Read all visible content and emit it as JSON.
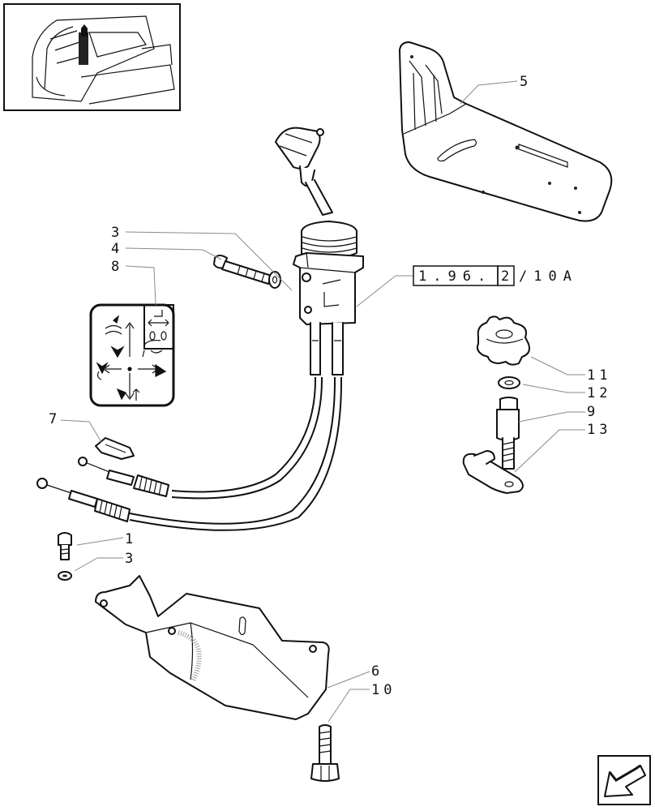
{
  "callouts": {
    "c5": "5",
    "c3a": "3",
    "c4": "4",
    "c8": "8",
    "c7": "7",
    "c1": "1",
    "c3b": "3",
    "c6": "6",
    "c10": "10",
    "c11": "11",
    "c12": "12",
    "c9": "9",
    "c13": "13"
  },
  "reference": {
    "prefix": "1.96.",
    "boxed_digit": "2",
    "suffix": "/10A"
  },
  "icons": {
    "overview": "tractor-cab-overview-thumbnail",
    "pattern": "joystick-control-pattern-decal",
    "navigation": "navigation-arrow-icon"
  },
  "colors": {
    "line": "#111111",
    "leader": "#8a8a8a",
    "background": "#ffffff"
  }
}
